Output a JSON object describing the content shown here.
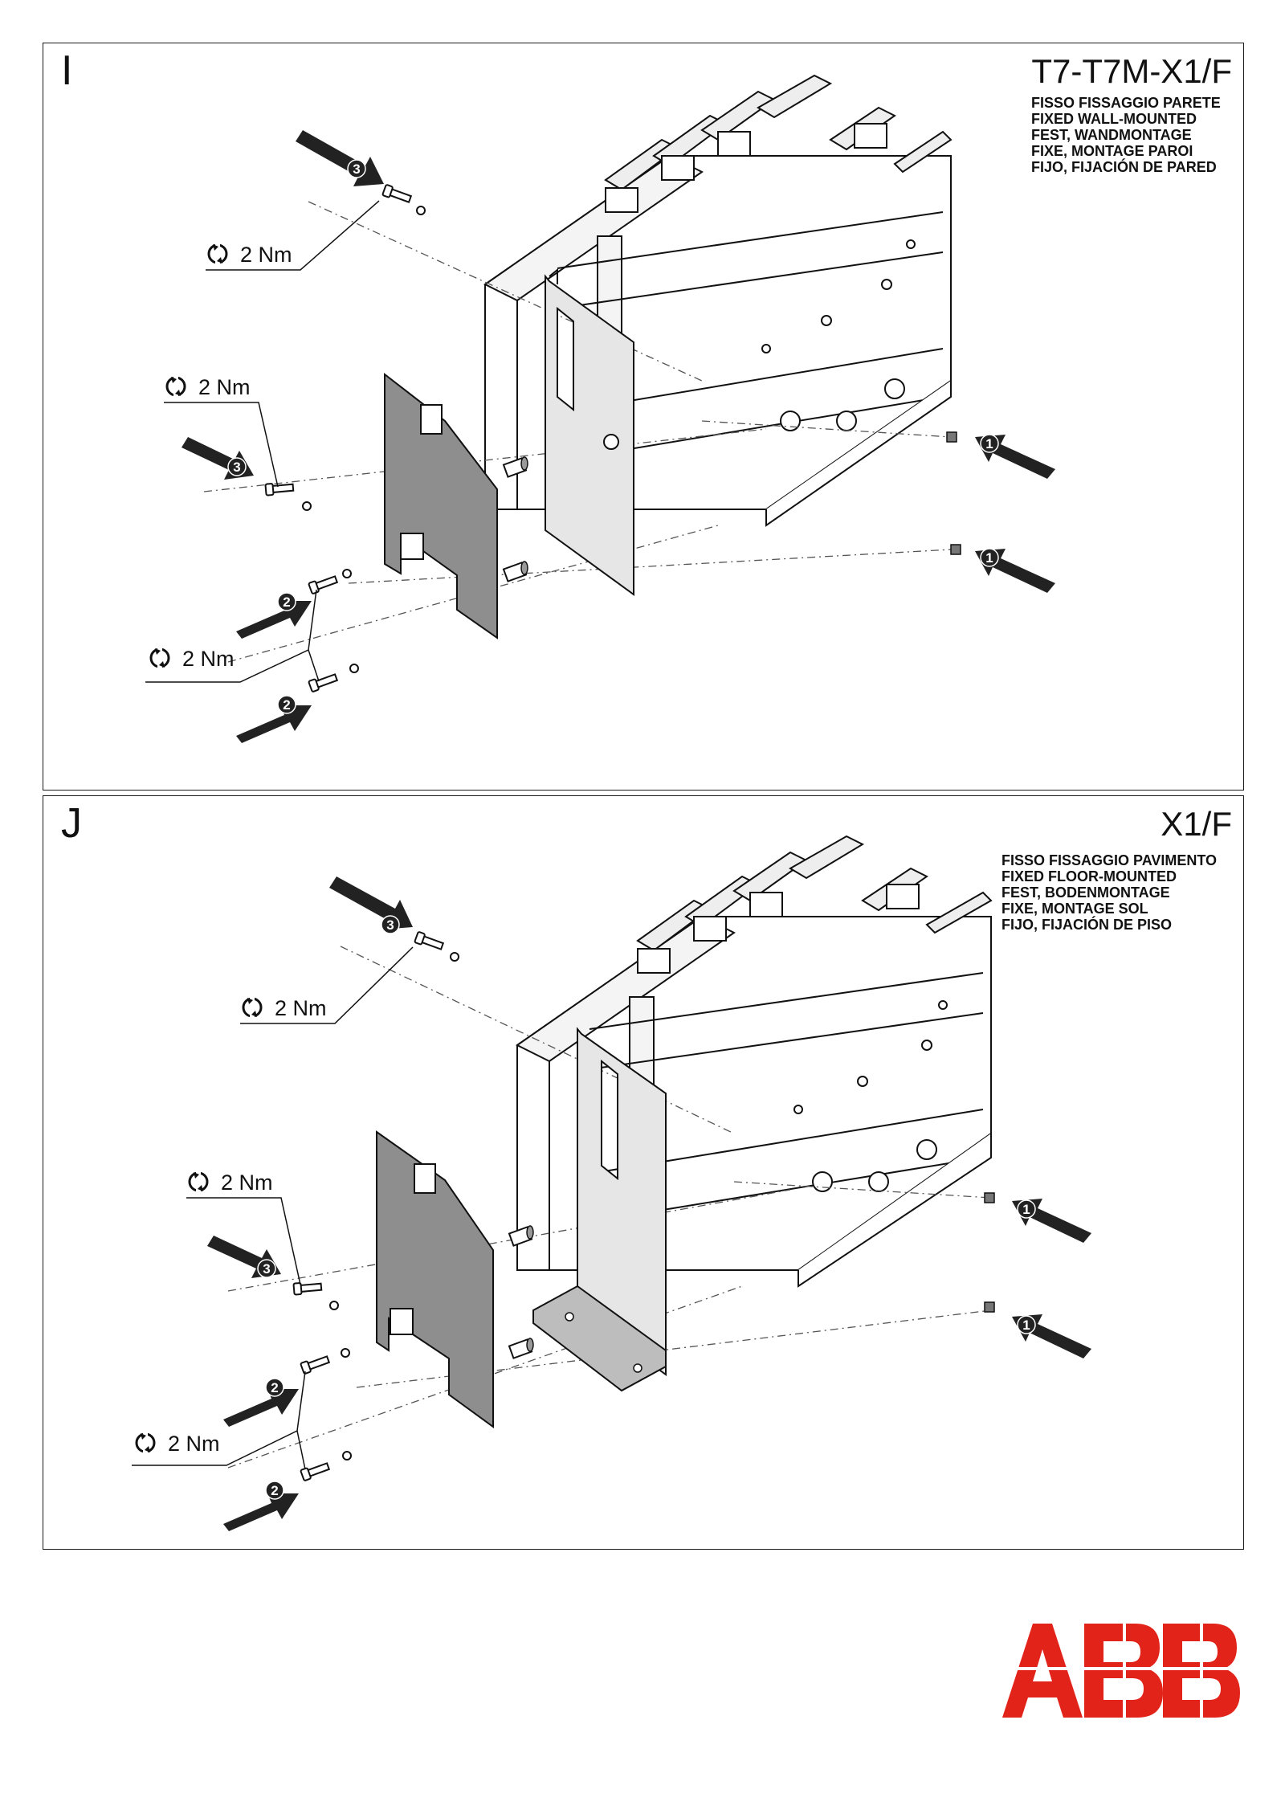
{
  "panels": [
    {
      "letter": "I",
      "title": "T7-T7M-X1/F",
      "descriptions": [
        "FISSO FISSAGGIO PARETE",
        "FIXED WALL-MOUNTED",
        "FEST, WANDMONTAGE",
        "FIXE, MONTAGE PAROI",
        "FIJO, FIJACIÓN DE PARED"
      ],
      "torques": [
        "2 Nm",
        "2 Nm",
        "2 Nm"
      ],
      "steps": [
        "3",
        "3",
        "2",
        "2",
        "1",
        "1"
      ]
    },
    {
      "letter": "J",
      "title": "X1/F",
      "descriptions": [
        "FISSO FISSAGGIO PAVIMENTO",
        "FIXED FLOOR-MOUNTED",
        "FEST, BODENMONTAGE",
        "FIXE, MONTAGE SOL",
        "FIJO, FIJACIÓN DE PISO"
      ],
      "torques": [
        "2 Nm",
        "2 Nm",
        "2 Nm"
      ],
      "steps": [
        "3",
        "3",
        "2",
        "2",
        "1",
        "1"
      ]
    }
  ],
  "logo": {
    "text": "ABB",
    "color": "#e2231a"
  }
}
